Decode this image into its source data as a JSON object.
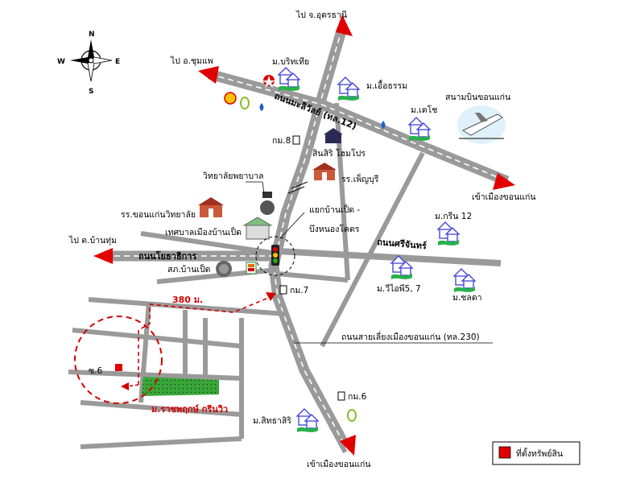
{
  "compass": {
    "n": "N",
    "s": "S",
    "e": "E",
    "w": "W"
  },
  "destinations": {
    "udon": "ไป จ.อุดรธานี",
    "chumphae": "ไป อ.ชุมแพ",
    "ban_thum": "ไป ต.บ้านทุ่ม",
    "city_east": "เข้าเมืองขอนแก่น",
    "city_south": "เข้าเมืองขอนแก่น"
  },
  "roads": {
    "mittraphap": "ถนนมะลิวัลย์ (ทล.12)",
    "srichan": "ถนนศรีจันทร์",
    "chotikorn": "ถนนโยธาธิการ",
    "bypass": "ถนนสายเลี่ยงเมืองขอนแก่น (ทล.230)"
  },
  "landmarks": {
    "borisatthai": "ม.บริทเทีย",
    "eua_tham": "ม.เอื้อธรรม",
    "tecsho": "ม.เตโช",
    "airport": "สนามบินขอนแก่น",
    "km8": "กม.8",
    "sinsiri": "สินสิริ โฮมโปร",
    "nursing_college": "วิทยาลัยพยาบาล",
    "school_phensaburi": "รร.เพ็ญบุรี",
    "kk_witthayalai": "รร.ขอนแก่นวิทยาลัย",
    "ban_pet_municipality": "เทศบาลเมืองบ้านเป็ด",
    "police": "สภ.บ้านเป็ด",
    "intersection_1": "แยกบ้านเป็ด -",
    "intersection_2": "บึงหนองโคตร",
    "km7": "กม.7",
    "green12": "ม.กรีน 12",
    "vip": "ม.วีไอพี5, 7",
    "chonlada": "ม.ชลดา",
    "km6": "กม.6",
    "sitthasiri": "ม.สิทธาสิริ",
    "soi6": "ซ.6",
    "distance": "380 ม.",
    "green_view": "ม.ราชพฤกษ์ กรีนวิว"
  },
  "legend": {
    "label": "ที่ตั้งทรัพย์สิน",
    "marker_color": "#e00000"
  },
  "colors": {
    "road": "#9a9a9a",
    "arrow": "#e00000",
    "property_circle": "#d40000",
    "green_area": "#2e9e2e",
    "house_icon": "#3c3cd8"
  }
}
